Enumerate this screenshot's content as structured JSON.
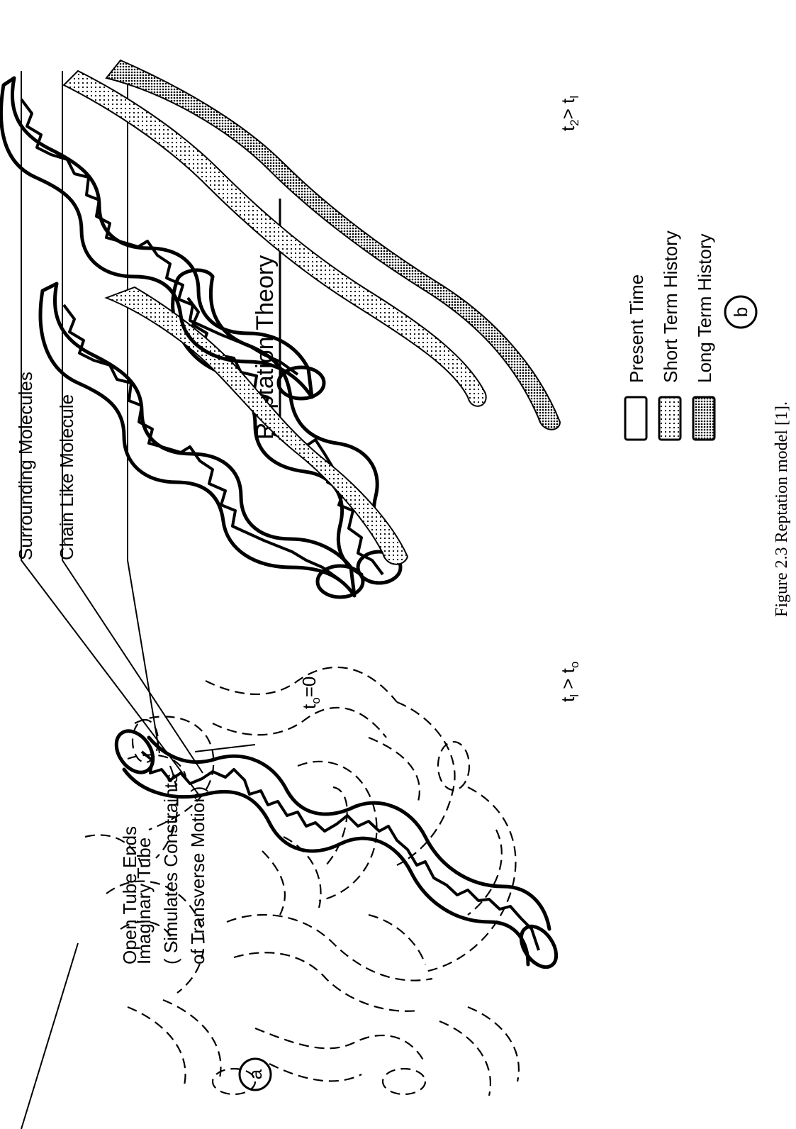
{
  "title": "Reptation Theory",
  "panel_a": {
    "label_surrounding": "Surrounding Molecules",
    "label_chain": "Chain Like Molecule",
    "label_open_ends": "Open Tube Ends",
    "label_tube_1": "Imaginary Tube",
    "label_tube_2": "( Simulates Constraints",
    "label_tube_3": "of Transverse Motion)",
    "marker": "a"
  },
  "panel_b": {
    "t0_main": "t",
    "t0_sub": "o",
    "t0_rest": "=0",
    "t1_main": "t",
    "t1_sub": "l",
    "t1_mid": " > t",
    "t1_sub2": "o",
    "t2_main": "t",
    "t2_sub": "2",
    "t2_mid": "> t",
    "t2_sub2": "l",
    "legend": [
      "Present Time",
      "Short Term History",
      "Long Term History"
    ],
    "marker": "b"
  },
  "caption": "Figure 2.3 Reptation model [1]."
}
